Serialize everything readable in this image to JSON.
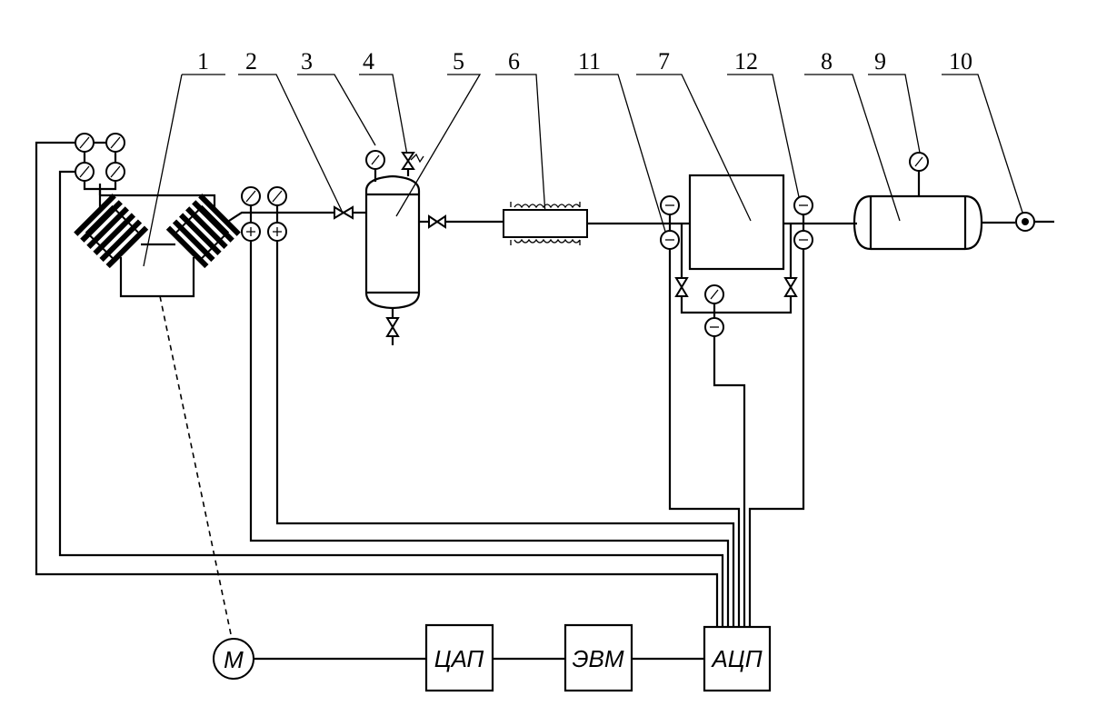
{
  "callouts": [
    "1",
    "2",
    "3",
    "4",
    "5",
    "6",
    "11",
    "7",
    "12",
    "8",
    "9",
    "10"
  ],
  "blocks": {
    "dac": "ЦАП",
    "computer": "ЭВМ",
    "adc": "АЦП",
    "motor": "М"
  }
}
